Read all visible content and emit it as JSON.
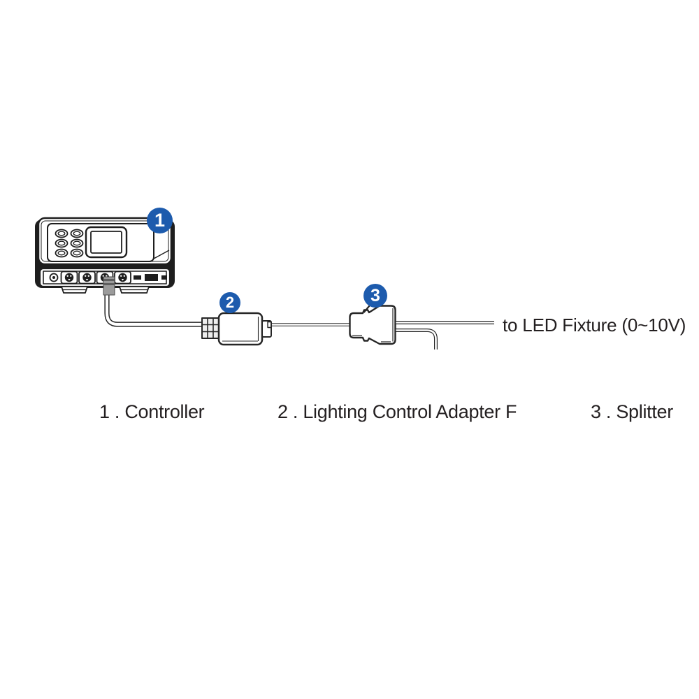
{
  "colors": {
    "background": "#ffffff",
    "line_art": "#262626",
    "badge_blue": "#1d5bad",
    "badge_text": "#ffffff",
    "caption_text": "#231f20"
  },
  "components": [
    {
      "badge": "1",
      "name": "Controller",
      "caption": "1 . Controller"
    },
    {
      "badge": "2",
      "name": "Lighting Control Adapter F",
      "caption": "2 . Lighting Control Adapter F"
    },
    {
      "badge": "3",
      "name": "Splitter",
      "caption": "3 . Splitter"
    }
  ],
  "annotations": {
    "output_wire_label": "to LED Fixture (0~10V)"
  }
}
